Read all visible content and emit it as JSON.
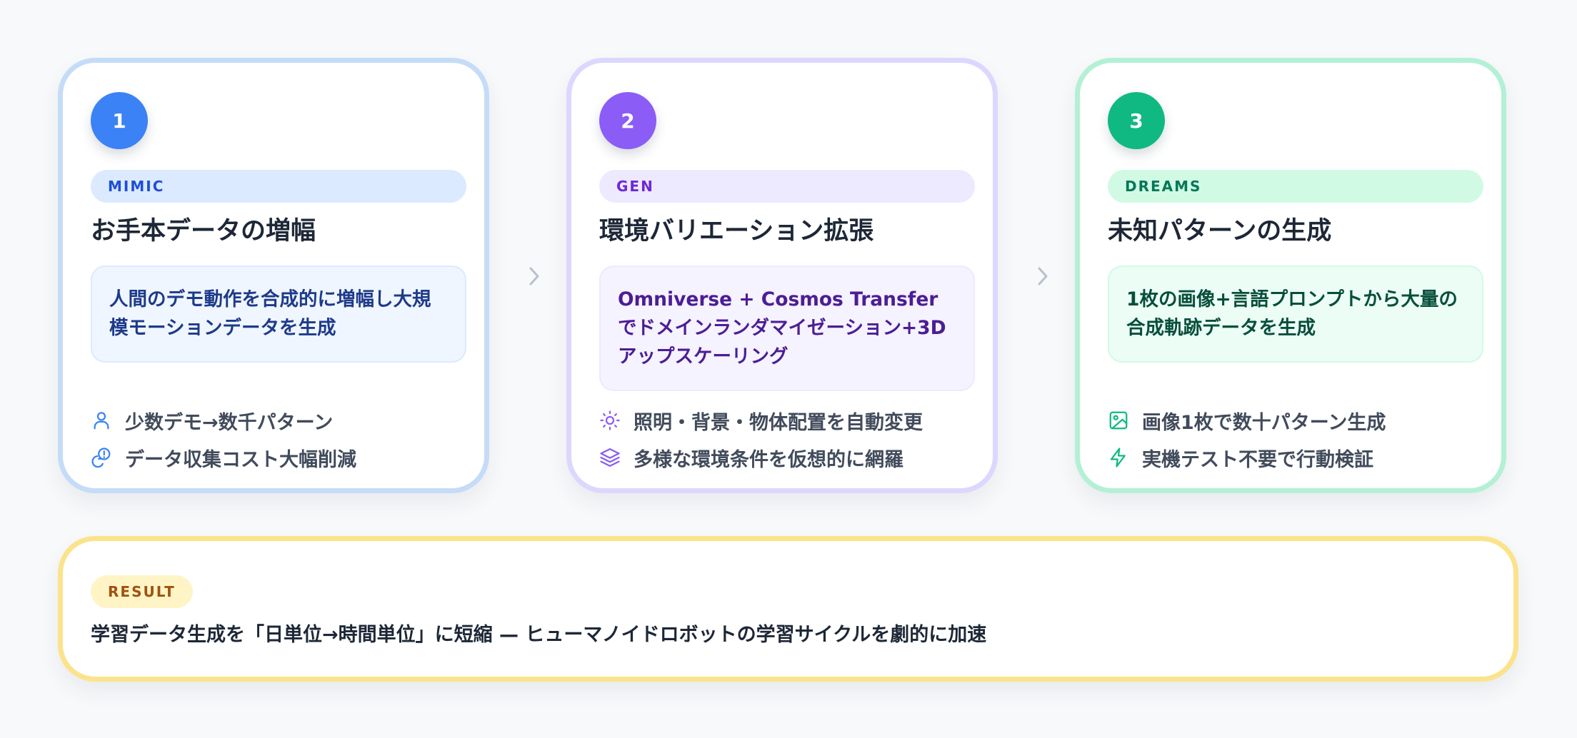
{
  "steps": [
    {
      "number": "1",
      "tag": "MIMIC",
      "title": "お手本データの増幅",
      "description": "人間のデモ動作を合成的に増幅し大規模モーションデータを生成",
      "features": [
        {
          "icon": "user-icon",
          "text": "少数デモ→数千パターン"
        },
        {
          "icon": "cost-icon",
          "text": "データ収集コスト大幅削減"
        }
      ],
      "colors": {
        "accent": "#3b82f6",
        "border": "#c5dcf8",
        "tag_bg": "#dbeafe",
        "tag_text": "#1d4ed8",
        "desc_bg": "#eff6ff",
        "desc_border": "#dbeafe",
        "desc_text": "#1e3a8a"
      }
    },
    {
      "number": "2",
      "tag": "GEN",
      "title": "環境バリエーション拡張",
      "description": "Omniverse + Cosmos Transferでドメインランダマイゼーション+3Dアップスケーリング",
      "features": [
        {
          "icon": "sun-icon",
          "text": "照明・背景・物体配置を自動変更"
        },
        {
          "icon": "layers-icon",
          "text": "多様な環境条件を仮想的に網羅"
        }
      ],
      "colors": {
        "accent": "#8b5cf6",
        "border": "#ddd6fe",
        "tag_bg": "#ede9fe",
        "tag_text": "#6d28d9",
        "desc_bg": "#f5f3ff",
        "desc_border": "#ede9fe",
        "desc_text": "#4c1d95"
      }
    },
    {
      "number": "3",
      "tag": "DREAMS",
      "title": "未知パターンの生成",
      "description": "1枚の画像+言語プロンプトから大量の合成軌跡データを生成",
      "features": [
        {
          "icon": "image-icon",
          "text": "画像1枚で数十パターン生成"
        },
        {
          "icon": "lightning-icon",
          "text": "実機テスト不要で行動検証"
        }
      ],
      "colors": {
        "accent": "#10b981",
        "border": "#b3f0d6",
        "tag_bg": "#d1fae5",
        "tag_text": "#047857",
        "desc_bg": "#ecfdf5",
        "desc_border": "#d1fae5",
        "desc_text": "#064e3b"
      }
    }
  ],
  "result": {
    "tag": "RESULT",
    "text": "学習データ生成を「日単位→時間単位」に短縮 — ヒューマノイドロボットの学習サイクルを劇的に加速"
  }
}
